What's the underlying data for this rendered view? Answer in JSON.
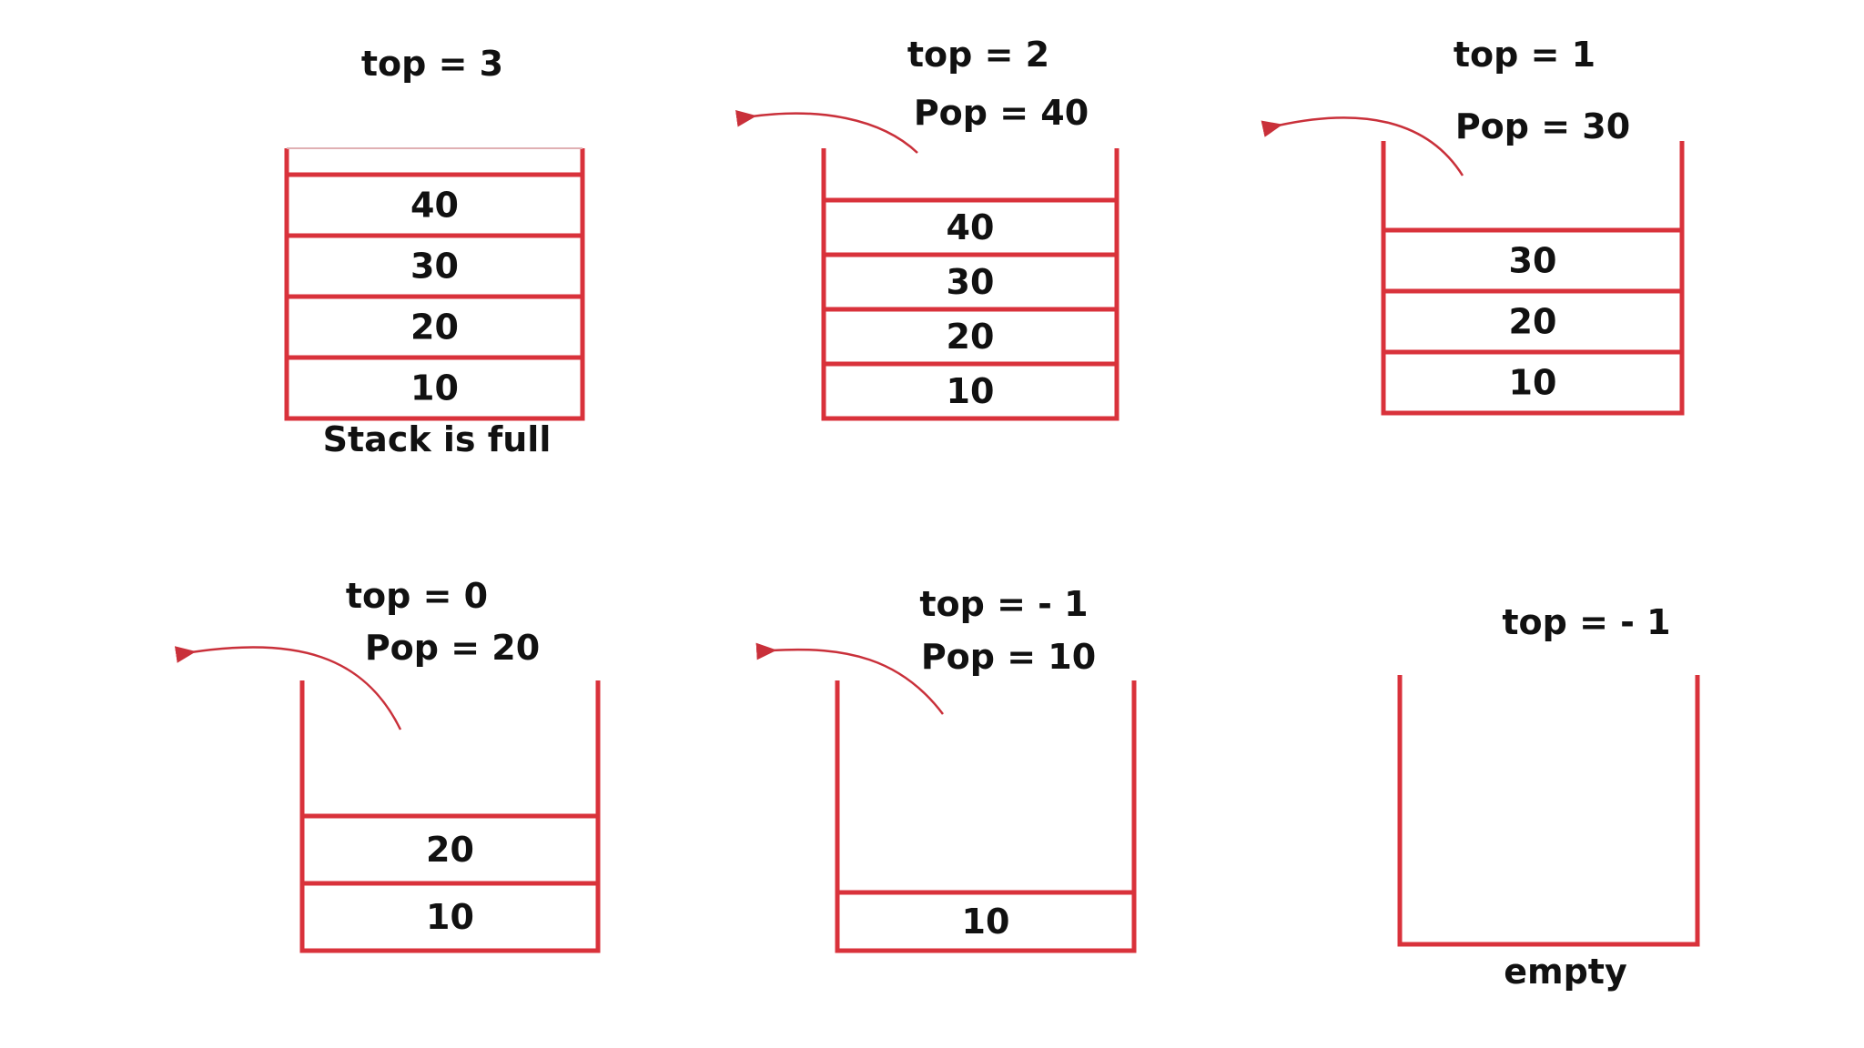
{
  "stack_color": "#d9323b",
  "arrow_color": "#c9303a",
  "text_color": "#111111",
  "panels": [
    {
      "top_label": "top = 3",
      "pop_label": "",
      "items": [
        "40",
        "30",
        "20",
        "10"
      ],
      "caption": "Stack is full",
      "has_arrow": false
    },
    {
      "top_label": "top = 2",
      "pop_label": "Pop = 40",
      "items": [
        "40",
        "30",
        "20",
        "10"
      ],
      "caption": "",
      "has_arrow": true
    },
    {
      "top_label": "top = 1",
      "pop_label": "Pop = 30",
      "items": [
        "30",
        "20",
        "10"
      ],
      "caption": "",
      "has_arrow": true
    },
    {
      "top_label": "top = 0",
      "pop_label": "Pop = 20",
      "items": [
        "20",
        "10"
      ],
      "caption": "",
      "has_arrow": true
    },
    {
      "top_label": "top = - 1",
      "pop_label": "Pop = 10",
      "items": [
        "10"
      ],
      "caption": "",
      "has_arrow": true
    },
    {
      "top_label": "top = - 1",
      "pop_label": "",
      "items": [],
      "caption": "empty",
      "has_arrow": false
    }
  ]
}
